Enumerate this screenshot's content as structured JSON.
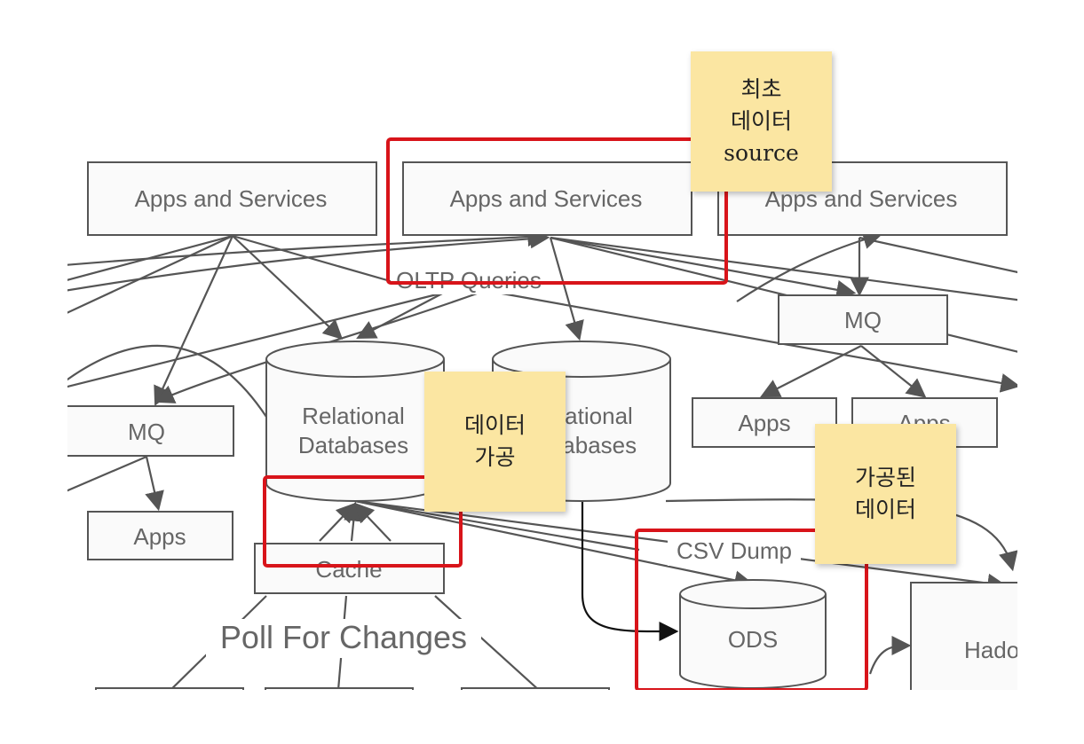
{
  "nodes": {
    "apps1": "Apps and Services",
    "apps2": "Apps and Services",
    "apps3": "Apps and Services",
    "oltp": "OLTP Queries",
    "mq_right": "MQ",
    "mq_left": "MQ",
    "apps_r1": "Apps",
    "apps_r2": "Apps",
    "apps_left": "Apps",
    "rel1_line1": "Relational",
    "rel1_line2": "Databases",
    "rel2_line1": "Relational",
    "rel2_line2": "Databases",
    "cache": "Cache",
    "poll": "Poll For Changes",
    "csv": "CSV Dump",
    "ods": "ODS",
    "hadoop": "Hadoop"
  },
  "notes": {
    "source": "최초\n데이터\nsource",
    "processing": "데이터\n가공",
    "processed": "가공된\n데이터"
  },
  "colors": {
    "highlight": "#d8141a",
    "note": "#fbe6a2",
    "line": "#555555"
  }
}
